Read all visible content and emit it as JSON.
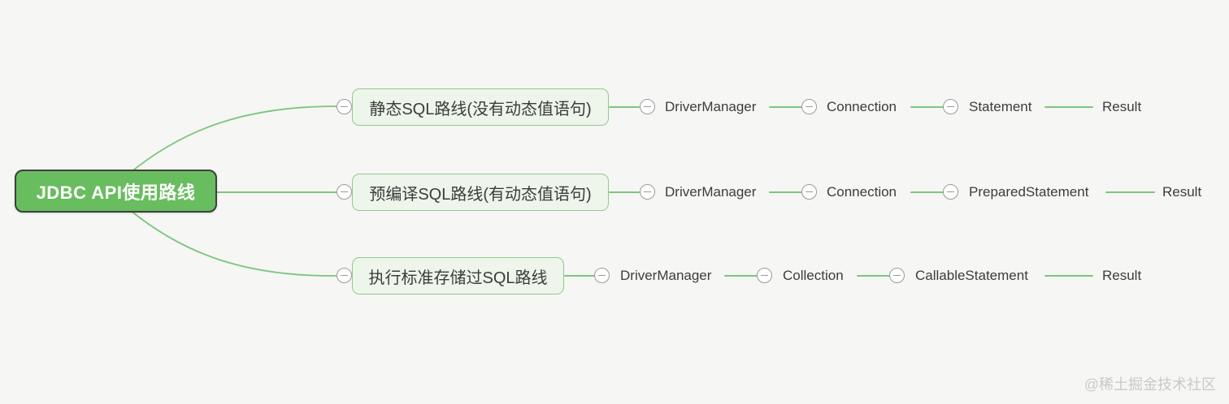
{
  "colors": {
    "background": "#f6f6f4",
    "root_fill": "#68bd5e",
    "root_border": "#3f3f3f",
    "root_text": "#ffffff",
    "branch_fill": "#eef5ea",
    "branch_border": "#90cb8a",
    "branch_text": "#3c3c3c",
    "link_green": "#7cc57f",
    "collapse_icon_gray": "#9a9a9a",
    "watermark_gray": "#c9c9c6"
  },
  "root": {
    "label": "JDBC API使用路线"
  },
  "branches": [
    {
      "label": "静态SQL路线(没有动态值语句)",
      "steps": [
        "DriverManager",
        "Connection",
        "Statement"
      ],
      "result": "Result"
    },
    {
      "label": "预编译SQL路线(有动态值语句)",
      "steps": [
        "DriverManager",
        "Connection",
        "PreparedStatement"
      ],
      "result": "Result"
    },
    {
      "label": "执行标准存储过SQL路线",
      "steps": [
        "DriverManager",
        "Collection",
        "CallableStatement"
      ],
      "result": "Result"
    }
  ],
  "watermark": "@稀土掘金技术社区"
}
